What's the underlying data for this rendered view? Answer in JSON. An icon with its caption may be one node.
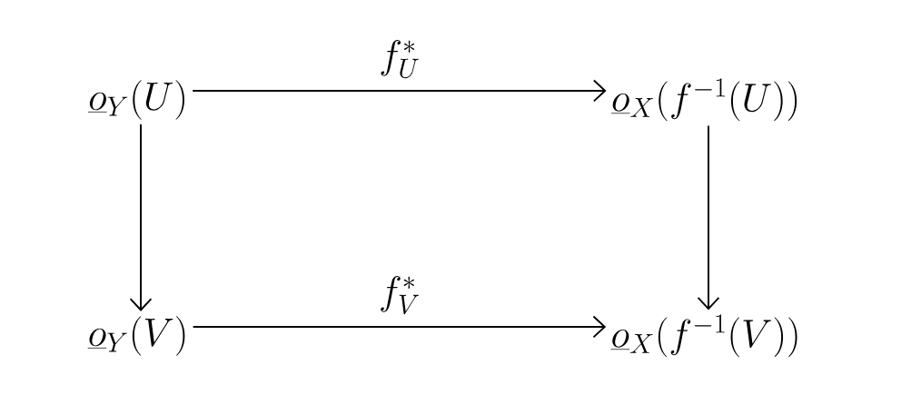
{
  "diagram": {
    "nodes": [
      {
        "text": [
          "\\underline{o}_Y(U)"
        ]
      },
      {
        "text": [
          "\\underline{o}_X(f^{-1}(U))"
        ]
      },
      {
        "text": [
          "\\underline{o}_Y(V)"
        ]
      },
      {
        "text": [
          "\\underline{o}_X(f^{-1}(V))"
        ]
      }
    ],
    "edges": [
      {
        "from": 0,
        "to": 1,
        "arrow": "to",
        "label": "f^*_U"
      },
      {
        "from": 0,
        "to": 2,
        "arrow": "to"
      },
      {
        "from": 1,
        "to": 3,
        "arrow": "to"
      },
      {
        "from": 2,
        "to": 3,
        "arrow": "to",
        "label": "f^*_V"
      }
    ]
  }
}
